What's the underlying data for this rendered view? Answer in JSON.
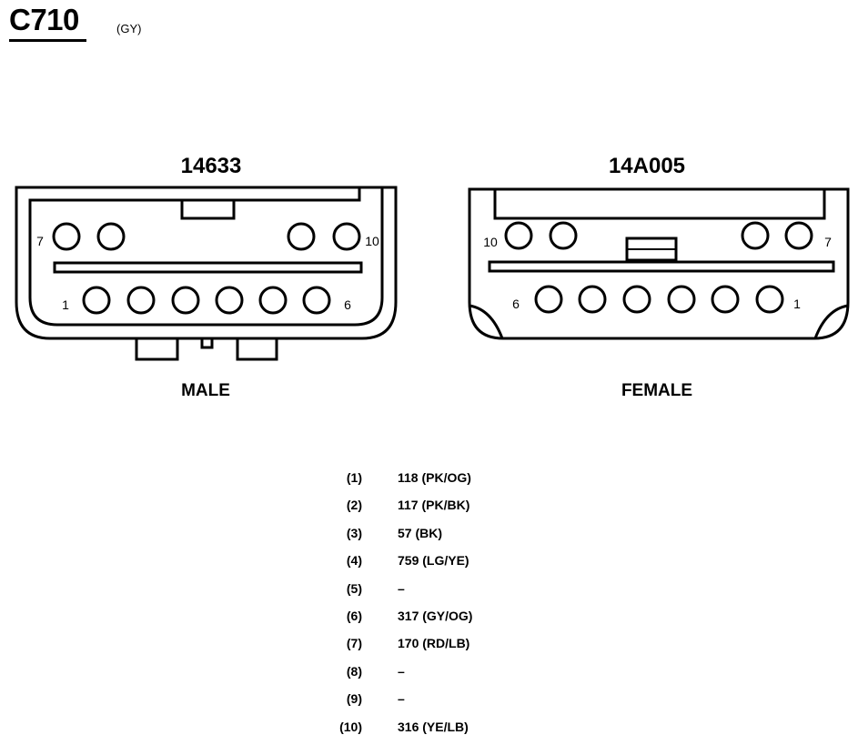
{
  "header": {
    "connector_id": "C710",
    "connector_color": "(GY)"
  },
  "male": {
    "part_number": "14633",
    "gender_label": "MALE",
    "pin_labels": {
      "top_left": "7",
      "top_right": "10",
      "bottom_left": "1",
      "bottom_right": "6"
    }
  },
  "female": {
    "part_number": "14A005",
    "gender_label": "FEMALE",
    "pin_labels": {
      "top_left": "10",
      "top_right": "7",
      "bottom_left": "6",
      "bottom_right": "1"
    }
  },
  "pinout": [
    {
      "pin": "(1)",
      "circuit": "118 (PK/OG)"
    },
    {
      "pin": "(2)",
      "circuit": "117 (PK/BK)"
    },
    {
      "pin": "(3)",
      "circuit": "57 (BK)"
    },
    {
      "pin": "(4)",
      "circuit": "759 (LG/YE)"
    },
    {
      "pin": "(5)",
      "circuit": "–"
    },
    {
      "pin": "(6)",
      "circuit": "317 (GY/OG)"
    },
    {
      "pin": "(7)",
      "circuit": "170 (RD/LB)"
    },
    {
      "pin": "(8)",
      "circuit": "–"
    },
    {
      "pin": "(9)",
      "circuit": "–"
    },
    {
      "pin": "(10)",
      "circuit": "316 (YE/LB)"
    }
  ]
}
